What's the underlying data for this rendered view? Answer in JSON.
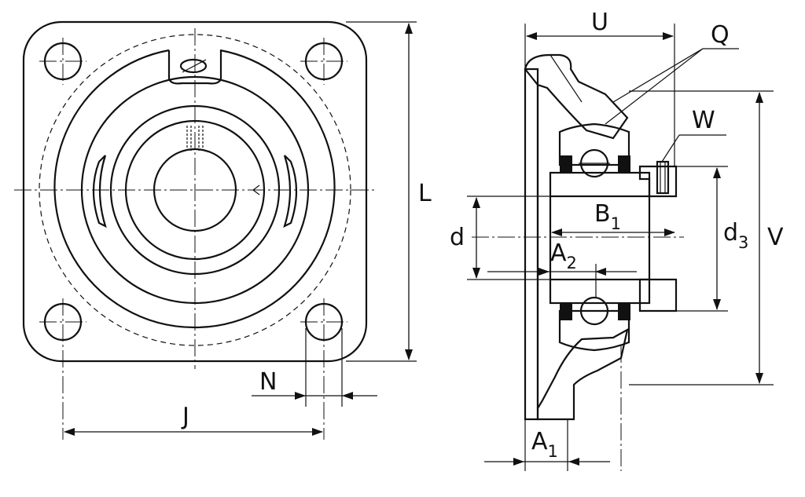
{
  "labels": {
    "U": "U",
    "Q": "Q",
    "W": "W",
    "L": "L",
    "V": "V",
    "d": "d",
    "d3": {
      "base": "d",
      "sub": "3"
    },
    "B1": {
      "base": "B",
      "sub": "1"
    },
    "A1": {
      "base": "A",
      "sub": "1"
    },
    "A2": {
      "base": "A",
      "sub": "2"
    },
    "N": "N",
    "J": "J"
  }
}
